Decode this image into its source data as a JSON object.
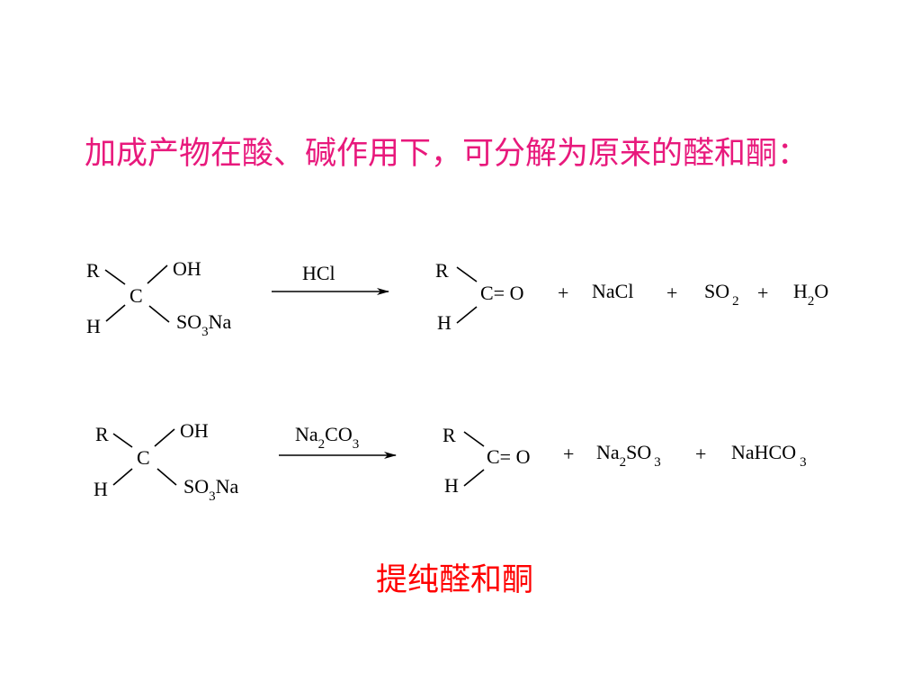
{
  "heading": "加成产物在酸、碱作用下，可分解为原来的醛和酮：",
  "footer": "提纯醛和酮",
  "reactions": [
    {
      "reactant": {
        "r": "R",
        "h": "H",
        "c": "C",
        "oh": "OH",
        "so3na_a": "SO",
        "so3na_sub": "3",
        "so3na_b": "Na"
      },
      "reagent": {
        "main": "HCl",
        "sub": "",
        "tail": ""
      },
      "product": {
        "r": "R",
        "h": "H",
        "co": "C= O"
      },
      "byproducts": [
        {
          "a": "NaCl",
          "sub": "",
          "b": ""
        },
        {
          "a": "SO",
          "sub": "2",
          "b": ""
        },
        {
          "a": "H",
          "sub": "2",
          "b": "O"
        }
      ],
      "plus": "+"
    },
    {
      "reactant": {
        "r": "R",
        "h": "H",
        "c": "C",
        "oh": "OH",
        "so3na_a": "SO",
        "so3na_sub": "3",
        "so3na_b": "Na"
      },
      "reagent": {
        "main": "Na",
        "sub": "2",
        "tail": "CO",
        "sub2": "3"
      },
      "product": {
        "r": "R",
        "h": "H",
        "co": "C= O"
      },
      "byproducts": [
        {
          "a": "Na",
          "sub": "2",
          "b": "SO",
          "sub2": "3"
        },
        {
          "a": "NaHCO",
          "sub": "3",
          "b": ""
        }
      ],
      "plus": "+"
    }
  ]
}
